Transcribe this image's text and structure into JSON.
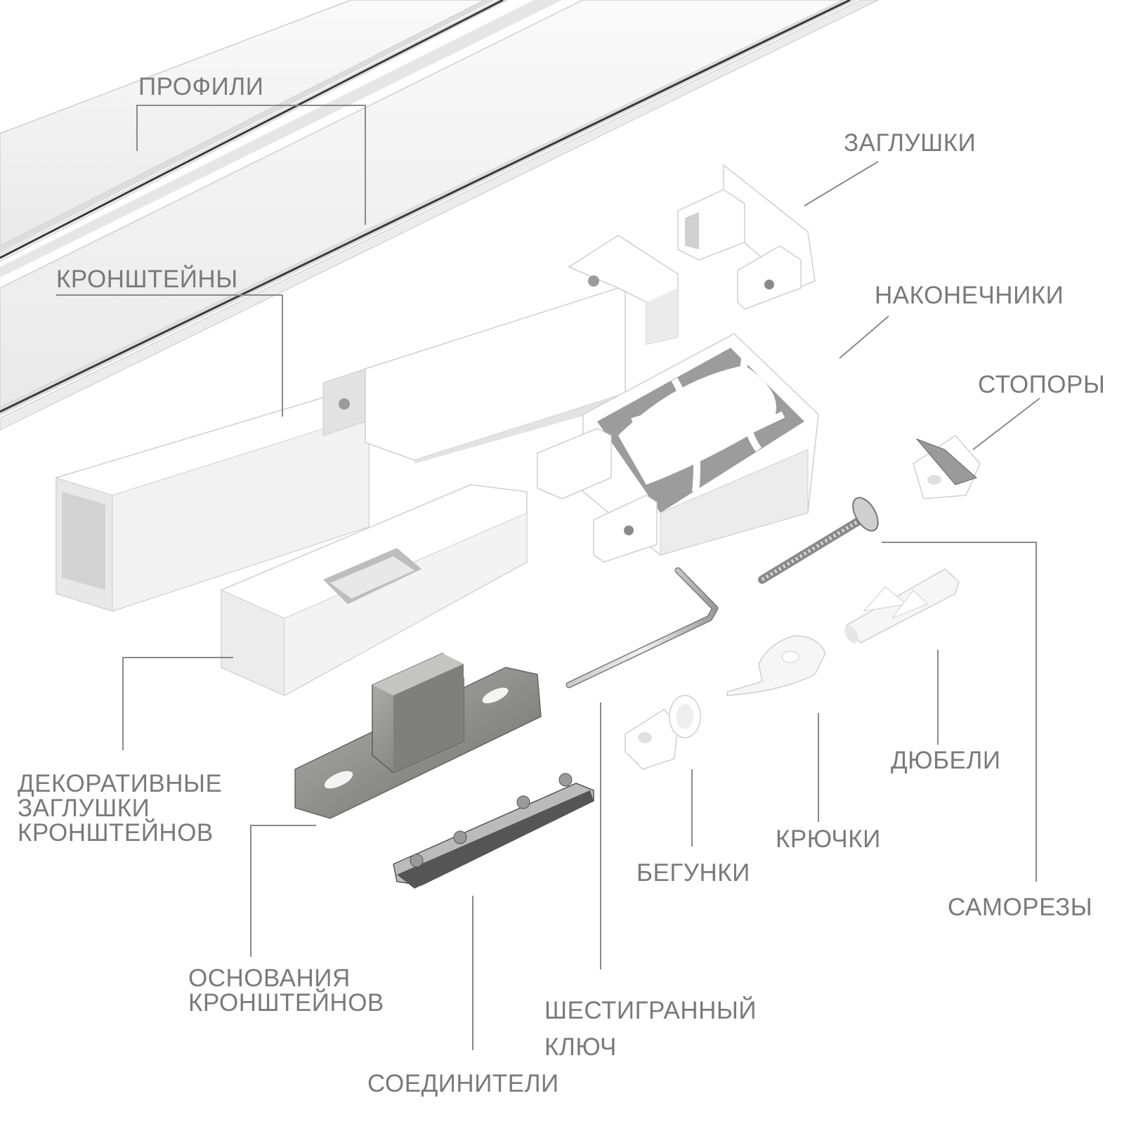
{
  "labels": {
    "profiles": "ПРОФИЛИ",
    "end_caps": "ЗАГЛУШКИ",
    "brackets": "КРОНШТЕЙНЫ",
    "finials": "НАКОНЕЧНИКИ",
    "stoppers": "СТОПОРЫ",
    "decorative_bracket_caps": [
      "ДЕКОРАТИВНЫЕ",
      "ЗАГЛУШКИ",
      "КРОНШТЕЙНОВ"
    ],
    "runners": "БЕГУНКИ",
    "hooks": "КРЮЧКИ",
    "dowels": "ДЮБЕЛИ",
    "screws": "САМОРЕЗЫ",
    "bracket_bases": [
      "ОСНОВАНИЯ",
      "КРОНШТЕЙНОВ"
    ],
    "hex_key": [
      "ШЕСТИГРАННЫЙ",
      "КЛЮЧ"
    ],
    "connectors": "СОЕДИНИТЕЛИ"
  },
  "colors": {
    "label_text": "#7a7a7a",
    "leader_line": "#8a8a8a",
    "part_white": "#ffffff",
    "part_shadow": "#d9d9d9",
    "metal": "#9a9a98"
  }
}
